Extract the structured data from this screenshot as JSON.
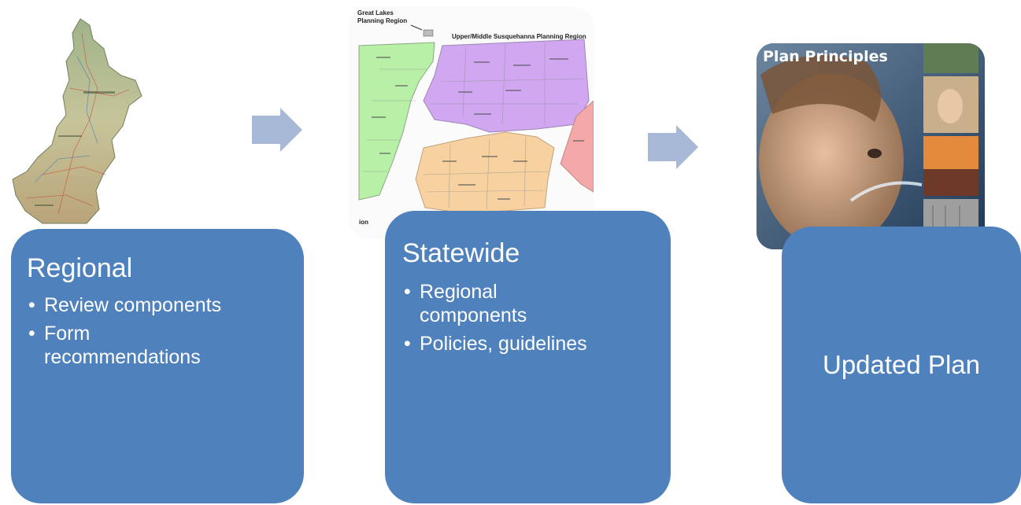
{
  "colors": {
    "box_fill": "#4f81bd",
    "arrow_fill": "#a7b9d7",
    "text": "#ffffff"
  },
  "step1": {
    "image_icon": "pennsylvania-region-map",
    "title": "Regional",
    "bullets": [
      "Review components",
      "Form recommendations"
    ]
  },
  "step2": {
    "image_icon": "planning-regions-map",
    "map_labels": {
      "top_left": "Great Lakes Planning Region",
      "top_right": "Upper/Middle Susquehanna Planning Region",
      "bottom_left": "ion"
    },
    "title": "Statewide",
    "bullets": [
      "Regional components",
      "Policies, guidelines"
    ]
  },
  "step3": {
    "image_icon": "plan-principles-photo",
    "image_caption": "Plan Principles",
    "title": "Updated Plan"
  }
}
